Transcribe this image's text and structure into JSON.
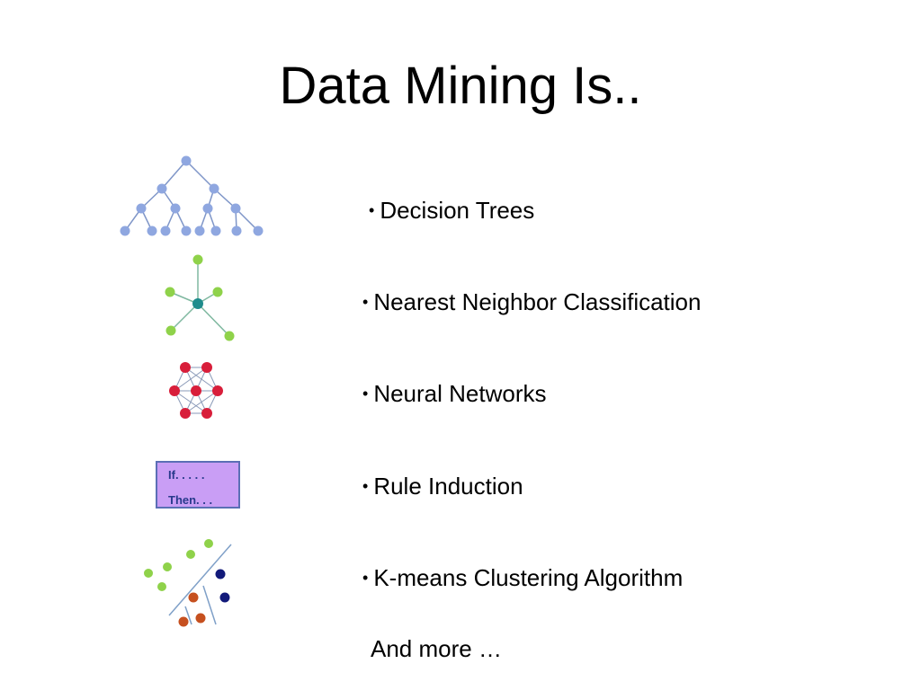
{
  "slide": {
    "title": "Data Mining Is..",
    "bullet_marker": "•",
    "items": [
      {
        "label": "Decision Trees",
        "icon": "decision-tree-icon"
      },
      {
        "label": "Nearest Neighbor Classification",
        "icon": "nearest-neighbor-icon"
      },
      {
        "label": "Neural Networks",
        "icon": "neural-network-icon"
      },
      {
        "label": "Rule Induction",
        "icon": "rule-induction-icon"
      },
      {
        "label": "K-means Clustering Algorithm",
        "icon": "kmeans-cluster-icon"
      }
    ],
    "rule_box": {
      "line1": "If. . . . .",
      "line2": "Then. . ."
    },
    "footer": "And more …"
  },
  "colors": {
    "tree_node": "#8fa7e0",
    "tree_edge": "#7f96c8",
    "green_node": "#8fd24a",
    "teal_center": "#1f8c8c",
    "red_node": "#d81e3a",
    "rule_box_fill": "#c99ef5",
    "rule_box_text": "#283a8c",
    "navy_node": "#121a7a",
    "orange_node": "#c6501f"
  }
}
